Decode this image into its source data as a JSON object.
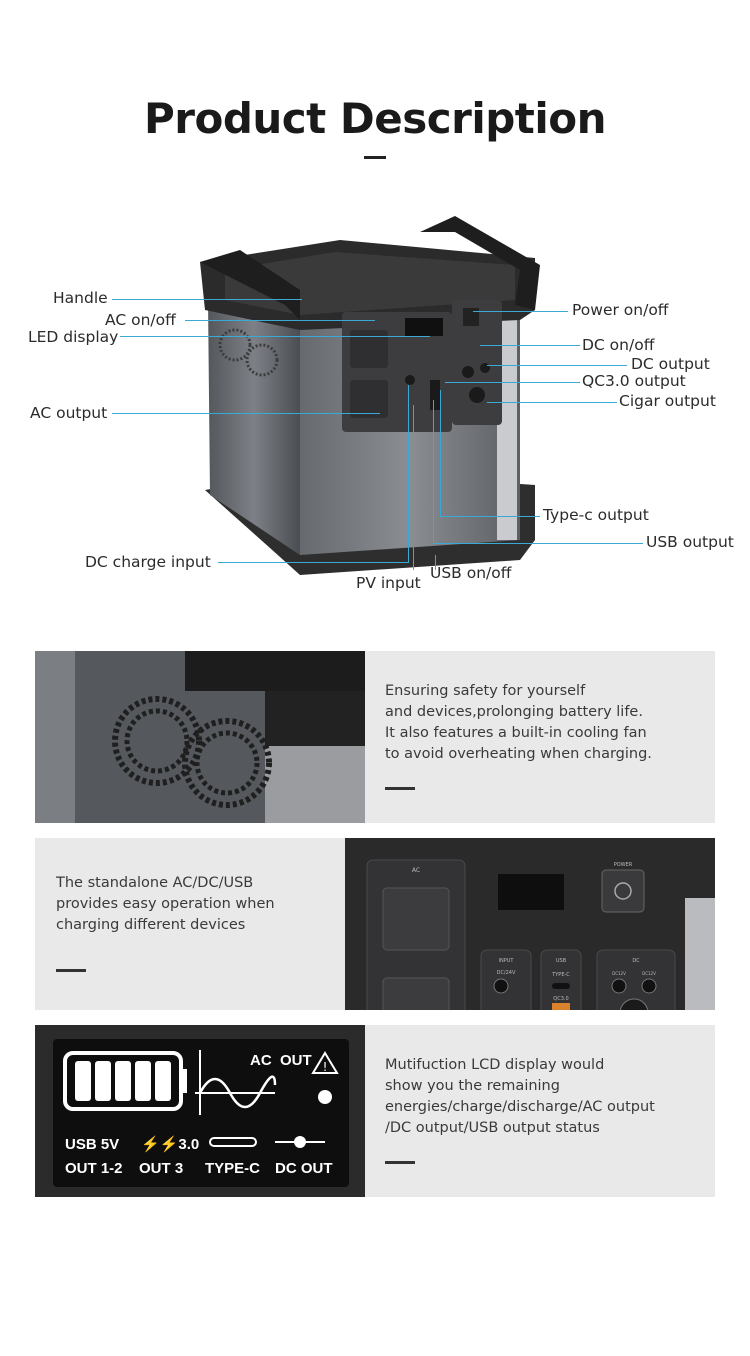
{
  "header": {
    "title": "Product Description"
  },
  "callouts": {
    "handle": "Handle",
    "ac_onoff": "AC on/off",
    "led_display": "LED display",
    "ac_output": "AC output",
    "power_onoff": "Power on/off",
    "dc_onoff": "DC on/off",
    "dc_output": "DC output",
    "qc30_output": "QC3.0 output",
    "cigar_output": "Cigar output",
    "typec_output": "Type-c output",
    "usb_output": "USB output",
    "dc_charge_input": "DC charge input",
    "pv_input": "PV input",
    "usb_onoff": "USB on/off"
  },
  "features": [
    {
      "lines": [
        "Ensuring safety for yourself",
        "and devices,prolonging battery life.",
        "It also features a built-in cooling fan",
        "to avoid overheating when charging."
      ]
    },
    {
      "lines": [
        "The standalone AC/DC/USB",
        "provides easy operation when",
        "charging different devices"
      ]
    },
    {
      "lines": [
        "Mutifuction LCD display would",
        "show you the remaining",
        "energies/charge/discharge/AC output",
        "/DC output/USB output status"
      ]
    }
  ],
  "panel2_labels": {
    "ac": "AC",
    "power": "POWER",
    "input": "INPUT",
    "dc24v": "DC/24V",
    "usb": "USB",
    "typec": "TYPE-C",
    "qc": "QC3.0",
    "dc": "DC",
    "dc12v_a": "DC12V",
    "dc12v_b": "DC12V"
  },
  "lcd": {
    "ac": "AC",
    "out": "OUT",
    "usb5v": "USB 5V",
    "out12": "OUT 1-2",
    "qc": "⚡⚡3.0",
    "out3": "OUT 3",
    "typec": "TYPE-C",
    "dcout": "DC OUT"
  },
  "colors": {
    "leader": "#3aa9d6",
    "panel_bg": "#e9e9e9",
    "device_dark": "#2a2a2a",
    "device_gray": "#6b6e73"
  }
}
